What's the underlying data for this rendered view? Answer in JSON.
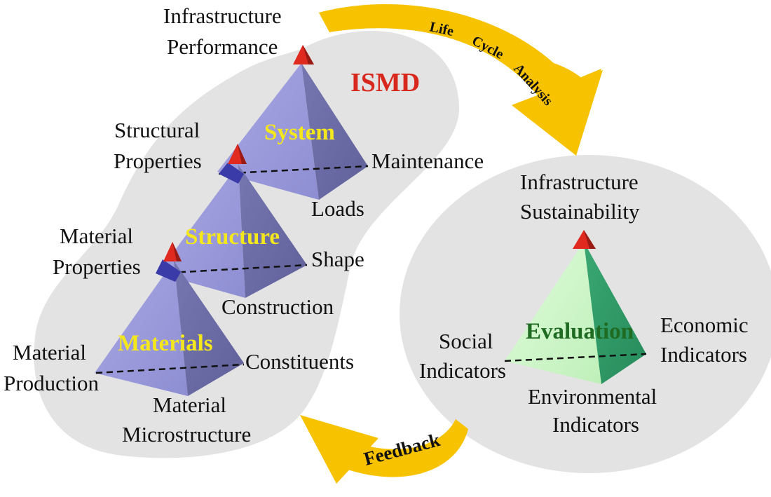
{
  "colors": {
    "blob": "#e3e3e3",
    "arrow": "#f7c200",
    "pyramid_light": "#9a9ada",
    "pyramid_dark": "#6e6ea6",
    "pyramid_band": "#2e2e9a",
    "green_light": "#cdf5c9",
    "green_dark": "#2f9a66",
    "apex": "#d8281e",
    "tier_label": "#f4e81c",
    "ismd": "#d8281e",
    "evaluation": "#1f6b22"
  },
  "title": "ISMD",
  "arrows": {
    "life_cycle": [
      "Life",
      "Cycle",
      "Analysis"
    ],
    "feedback": "Feedback"
  },
  "pyramids": {
    "system": {
      "name": "System",
      "apex": [
        "Infrastructure",
        "Performance"
      ],
      "left": [
        "Structural",
        "Properties"
      ],
      "right": "Maintenance",
      "bottom": "Loads"
    },
    "structure": {
      "name": "Structure",
      "left": [
        "Material",
        "Properties"
      ],
      "right": "Shape",
      "bottom": "Construction"
    },
    "materials": {
      "name": "Materials",
      "left": [
        "Material",
        "Production"
      ],
      "right": "Constituents",
      "bottom": [
        "Material",
        "Microstructure"
      ]
    },
    "evaluation": {
      "name": "Evaluation",
      "apex": [
        "Infrastructure",
        "Sustainability"
      ],
      "left": [
        "Social",
        "Indicators"
      ],
      "right": [
        "Economic",
        "Indicators"
      ],
      "bottom": [
        "Environmental",
        "Indicators"
      ]
    }
  }
}
